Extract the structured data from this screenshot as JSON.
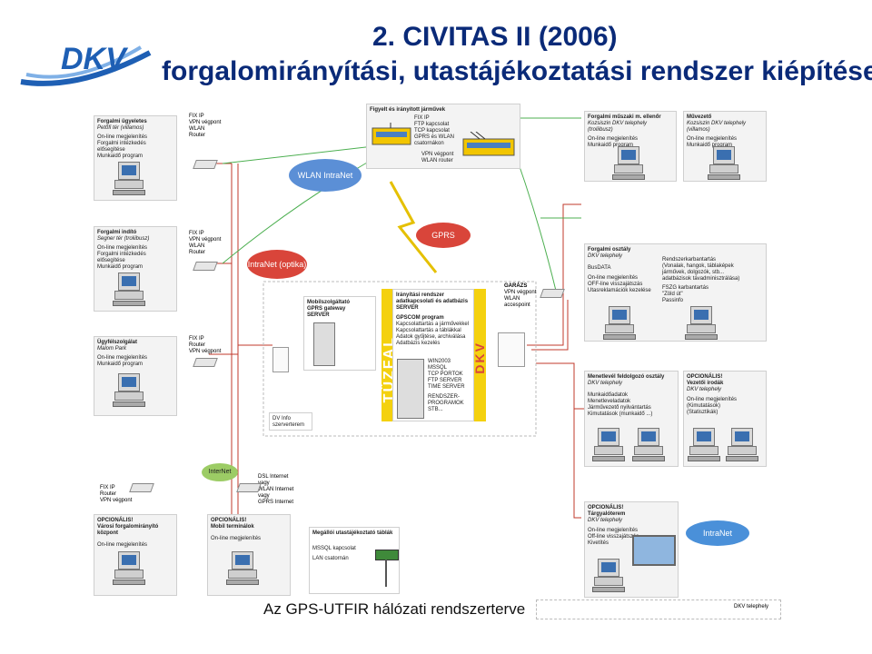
{
  "header": {
    "title_line1": "2. CIVITAS II (2006)",
    "title_line2": "forgalomirányítási, utastájékoztatási rendszer kiépítése",
    "logo_text": "DKV"
  },
  "bubbles": {
    "wlan": "WLAN IntraNet",
    "gprs": "GPRS",
    "intranet_optika": "IntraNet (optika)",
    "internet": "InterNet",
    "intranet": "IntraNet"
  },
  "vehicles": {
    "title": "Figyelt és irányított járművek",
    "lines": [
      "FIX IP",
      "FTP kapcsolat",
      "TCP kapcsolat",
      "GPRS és WLAN",
      "csatornákon"
    ],
    "router": [
      "VPN végpont",
      "WLAN router"
    ]
  },
  "panels": {
    "forgalmi_ugyeletes": {
      "title": "Forgalmi ügyeletes",
      "sub": "Petőfi tér (villamos)",
      "lines": [
        "On-line megjelenítés",
        "Forgalmi intézkedés elősegítése",
        "Munkaidő program"
      ],
      "router": [
        "FIX IP",
        "VPN végpont",
        "WLAN",
        "Router"
      ]
    },
    "forgalmi_indito": {
      "title": "Forgalmi indító",
      "sub": "Segner tér (troliibusz)",
      "lines": [
        "On-line megjelenítés",
        "Forgalmi intézkedés elősegítése",
        "Munkaidő program"
      ],
      "router": [
        "FIX IP",
        "VPN végpont",
        "WLAN",
        "Router"
      ]
    },
    "ugyfelszolgalat": {
      "title": "Ügyfélszolgálat",
      "sub": "Malom Park",
      "lines": [
        "On-line megjelenítés",
        "Munkaidő program"
      ],
      "router": [
        "FIX IP",
        "Router",
        "VPN végpont"
      ]
    },
    "muszaki": {
      "title": "Forgalmi műszaki m. ellenőr",
      "sub": "Kozsiszin DKV telephely (troliibusz)",
      "lines": [
        "On-line megjelenítés",
        "Munkaidő program"
      ]
    },
    "muvezeto": {
      "title": "Művezető",
      "sub": "Kozsiszin DKV telephely (villamos)",
      "lines": [
        "On-line megjelenítés",
        "Munkaidő program"
      ]
    },
    "forgalmi_osztaly": {
      "title": "Forgalmi osztály",
      "sub": "DKV telephely",
      "lines": [
        "BusDATA",
        "On-line megjelenítés",
        "OFF-line visszajátszás",
        "Utasreklamációk kezelése"
      ],
      "right": [
        "Rendszerkarbantartás",
        "(Vonalak, hangok, táblaképek",
        "járművek, dolgozók, stb...",
        "adatbázisok távadminisztrálása)",
        "FSZG karbantartás",
        "\"Zöld út\"",
        "Passinfo"
      ]
    },
    "menetlevel": {
      "title": "Menetlevél feldolgozó osztály",
      "sub": "DKV telephely",
      "lines": [
        "Munkaidőadatok",
        "Menetleveladatok",
        "Járművezető nyilvántartás",
        "Kimutatások (munkaidő ...)"
      ]
    },
    "vezetoi": {
      "title": "OPCIONÁLIS!",
      "sub2": "Vezetői irodák",
      "sub": "DKV telephely",
      "lines": [
        "On-line megjelenítés",
        "(Kimutatások)",
        "(Statisztikák)"
      ]
    },
    "targyalo": {
      "title": "OPCIONÁLIS!",
      "sub2": "Tárgyalóterem",
      "sub": "DKV telephely",
      "lines": [
        "On-line megjelenítés",
        "Off-line visszajátszás",
        "Kivetítés"
      ]
    },
    "varosi": {
      "title": "OPCIONÁLIS!",
      "sub2": "Városi forgalomirányító központ",
      "lines": [
        "On-line megjelenítés"
      ],
      "router": [
        "FIX IP",
        "Router",
        "VPN végpont"
      ]
    },
    "mobil": {
      "title": "OPCIONÁLIS!",
      "sub2": "Mobil terminálok",
      "lines": [
        "On-line megjelenítés"
      ],
      "router": [
        "DSL Internet",
        "vagy",
        "WLAN Internet",
        "vagy",
        "GPRS Internet"
      ]
    },
    "megalloi": {
      "title": "Megállói utastájékoztató táblák",
      "lines": [
        "MSSQL kapcsolat",
        "LAN csatornán"
      ]
    }
  },
  "server_room": {
    "mobilszolg": {
      "title": "Mobilszolgáltató",
      "lines": [
        "GPRS gateway",
        "SERVER"
      ]
    },
    "iranyitasi": {
      "title": "Irányítási rendszer",
      "lines": [
        "adatkapcsolati és adatbázis",
        "SERVER"
      ]
    },
    "gpscom": {
      "title": "GPSCOM program",
      "lines": [
        "Kapcsolattartás a járművekkel",
        "Kapcsolattartás a táblákkal",
        "Adatok gyűjtése, archiválása",
        "Adatbázis kezelés"
      ]
    },
    "server_sw": [
      "WIN2003",
      "MSSQL",
      "TCP PORTOK",
      "FTP SERVER",
      "TIME SERVER",
      "",
      "RENDSZER-",
      "PROGRAMOK",
      "STB..."
    ],
    "tuzfal": "TŰZFAL",
    "dkv_vertical": "DKV",
    "garazs": {
      "title": "GARÁZS",
      "lines": [
        "VPN végpont",
        "WLAN",
        "accespoint"
      ]
    },
    "dv_info": [
      "DV Info",
      "szerverterem"
    ]
  },
  "footer": {
    "caption": "Az GPS-UTFIR hálózati rendszerterve",
    "dkv_telephely": "DKV telephely"
  },
  "colors": {
    "title": "#0a2a78",
    "link_red": "#c0392b",
    "link_green": "#4caf50",
    "link_yellow": "#e5c000",
    "wlan_bubble": "#5b8fd6",
    "gprs_bubble": "#d9453a",
    "internet_bubble": "#9ccc65",
    "intranet_bubble": "#4a90d9"
  }
}
